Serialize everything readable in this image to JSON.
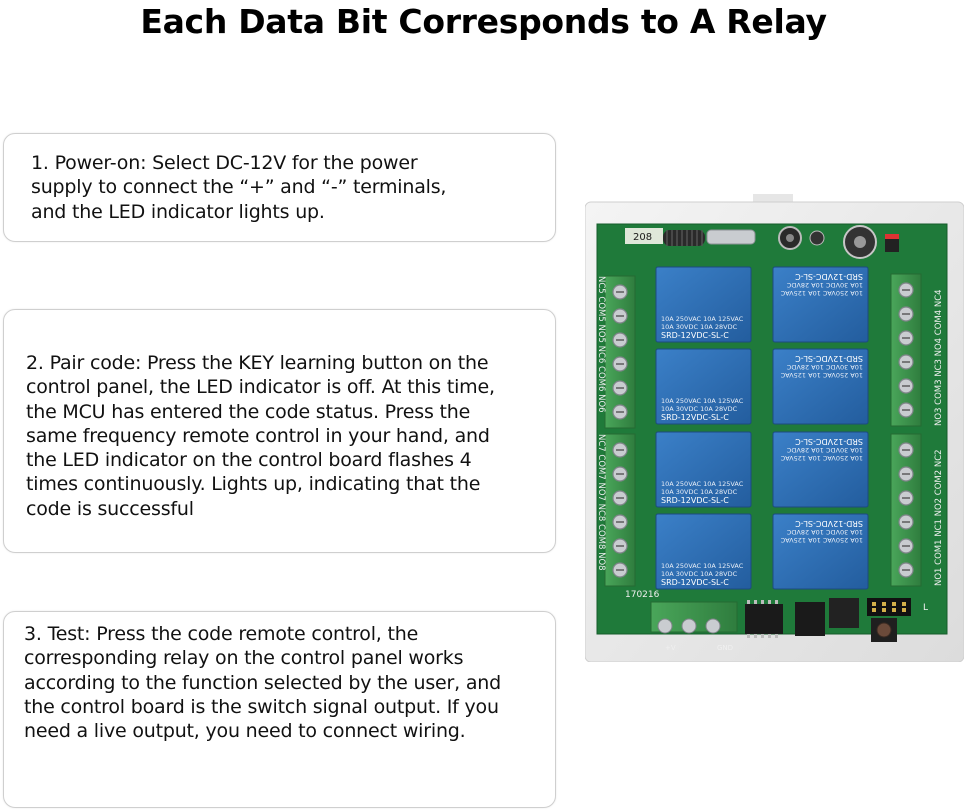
{
  "page": {
    "title": "Each Data Bit Corresponds to A Relay"
  },
  "steps": [
    {
      "text": "1. Power-on: Select DC-12V for the power\nsupply to connect the “+” and “-” terminals,\nand the LED indicator lights up."
    },
    {
      "text": "2. Pair code: Press the KEY learning button on the\ncontrol panel, the LED indicator is off. At this time,\nthe MCU has entered the code status. Press the\nsame frequency remote control in your hand, and\nthe LED indicator on the control board flashes 4\ntimes continuously. Lights up, indicating that the\ncode is successful"
    },
    {
      "text": "3. Test: Press the code remote control, the\ncorresponding relay on the control panel works\naccording to the function selected by the user, and\nthe control board is the switch signal output. If you\nneed a live output, you need to connect wiring."
    }
  ],
  "board": {
    "relay_label": "SRD-12VDC-SL-C",
    "relay_rating_1": "10A 250VAC  10A 125VAC",
    "relay_rating_2": "10A 30VDC  10A 28VDC",
    "right_top_terminals": "NO3 COM3 NC3 NO4 COM4 NC4",
    "right_bottom_terminals": "NO1 COM1 NC1 NO2 COM2 NC2",
    "left_top_terminals": "NC5 COM5 NO5 NC6 COM6 NO6",
    "left_bottom_terminals": "NC7 COM7 NO7 NC8 COM8 NO8",
    "date_code": "170216",
    "power_plus": "+V",
    "power_gnd": "GND",
    "pcb_mark": "208",
    "jumper_mark": "L",
    "colors": {
      "pcb": "#1f7a3a",
      "relay": "#2e6fb8",
      "terminal": "#3f9a4e",
      "case": "#ececec"
    }
  }
}
